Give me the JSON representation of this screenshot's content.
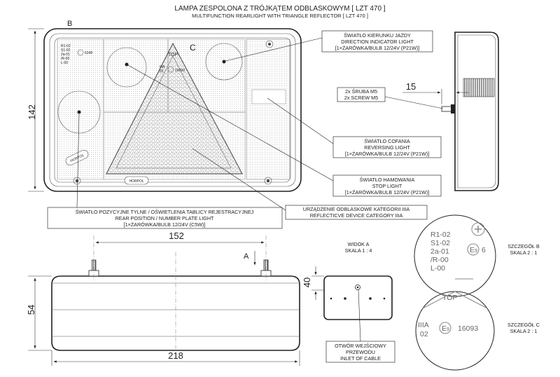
{
  "title": {
    "line1": "LAMPA ZESPOLONA Z TRÓJKĄTEM ODBLASKOWYM [ LZT 470 ]",
    "line2": "MULTIFUNCTION REARLIGHT WITH TRIANGLE REFLECTOR [ LZT 470 ]"
  },
  "markers": {
    "b": "B",
    "c": "C",
    "a": "A"
  },
  "callouts": {
    "indicator": [
      "ŚWIATŁO KIERUNKU JAZDY",
      "DIRECTION INDICATOR LIGHT",
      "[1×ŻARÓWKA/BULB 12/24V (P21W)]"
    ],
    "screw": [
      "2x ŚRUBA M5",
      "2x SCREW M5"
    ],
    "reversing": [
      "ŚWIATŁO COFANIA",
      "REVERSING LIGHT",
      "[1×ŻARÓWKA/BULB 12/24V (P21W)]"
    ],
    "stop": [
      "ŚWIATŁO HAMOWANIA",
      "STOP LIGHT",
      "[1×ŻARÓWKA/BULB 12/24V (P21W)]"
    ],
    "position": [
      "ŚWIATŁO POZYCYJNE TYLNE / OŚWIETLENIA TABLICY REJESTRACYJNEJ",
      "REAR POSITION / NUMBER PLATE LIGHT",
      "[1×ŻARÓWKA/BULB 12/24V (C5W)]"
    ],
    "reflector": [
      "URZĄDZENIE ODBLASKOWE KATEGORII IIIA",
      "REFLECTICVE DEVICE CATEGORY IIIA"
    ],
    "cable": [
      "OTWÓR WEJŚCIOWY",
      "PRZEWODU",
      "INLET OF CABLE"
    ]
  },
  "dimensions": {
    "height_front": "142",
    "screw_len": "15",
    "screw_spacing": "152",
    "height_bottom": "54",
    "width_total": "218",
    "view_a_height": "40"
  },
  "views": {
    "view_a": [
      "WIDOK A",
      "SKALA 1 : 4"
    ],
    "detail_b": [
      "SZCZEGÓŁ B",
      "SKALA 2 : 1"
    ],
    "detail_c": [
      "SZCZEGÓŁ C",
      "SKALA 2 : 1"
    ]
  },
  "lens_marks": {
    "small_left": [
      "R1-02",
      "S1-02",
      "2a-01",
      "/R-00",
      "L-00"
    ],
    "small_num": "6248",
    "top": "TOP",
    "small_class": [
      "IIIA",
      "02"
    ],
    "small_code": "16093",
    "brand": "HORPOL"
  },
  "detail_b_marks": {
    "lines": [
      "R1-02",
      "S1-02",
      "2a-01",
      "/R-00",
      "L-00"
    ],
    "approval": "E",
    "approval_num": "9",
    "approval_suffix": "6"
  },
  "detail_c_marks": {
    "top": "TOP",
    "class": [
      "IIIA",
      "02"
    ],
    "approval": "E",
    "approval_num": "9",
    "code": "16093"
  }
}
